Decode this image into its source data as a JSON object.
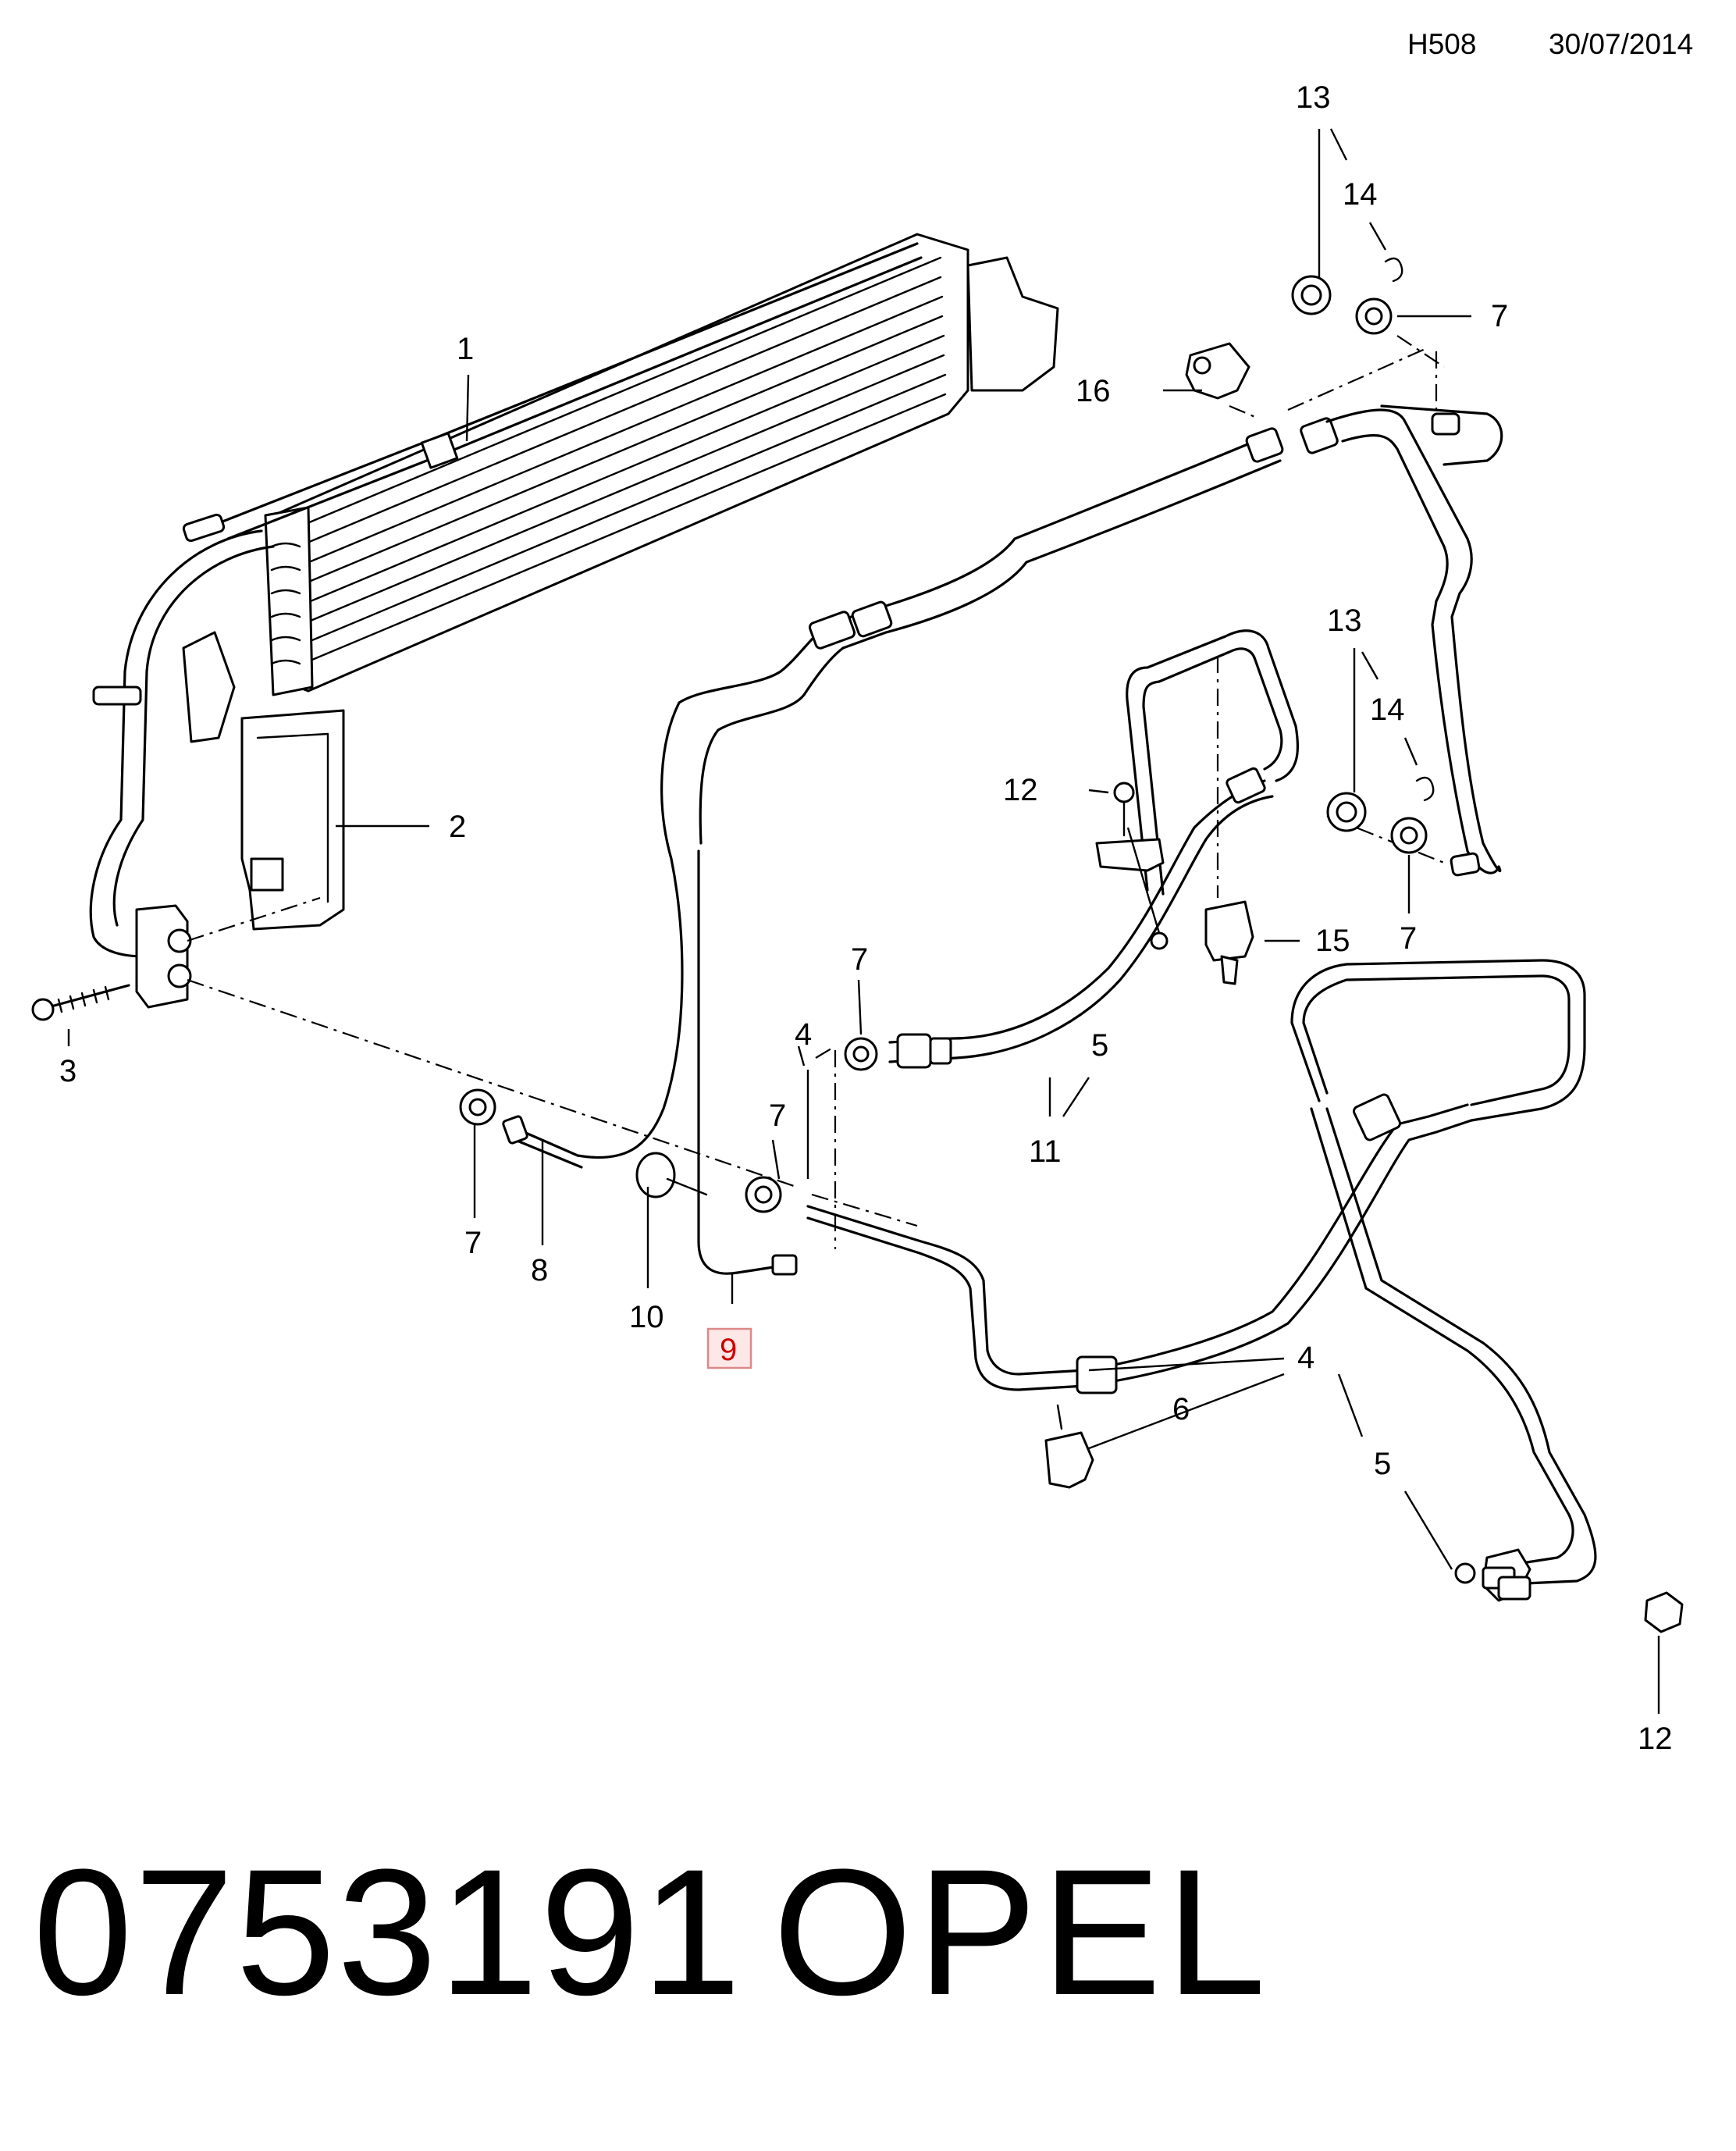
{
  "header": {
    "code": "H508",
    "date": "30/07/2014"
  },
  "footer": {
    "part_number": "0753191",
    "brand": "OPEL"
  },
  "highlight_callout": "9",
  "callouts": {
    "c1": "1",
    "c2": "2",
    "c3": "3",
    "c4a": "4",
    "c4b": "4",
    "c5a": "5",
    "c5b": "5",
    "c6": "6",
    "c7a": "7",
    "c7b": "7",
    "c7c": "7",
    "c7d": "7",
    "c7e": "7",
    "c8": "8",
    "c9": "9",
    "c10": "10",
    "c11": "11",
    "c12a": "12",
    "c12b": "12",
    "c13a": "13",
    "c13b": "13",
    "c14a": "14",
    "c14b": "14",
    "c15": "15",
    "c16": "16"
  }
}
